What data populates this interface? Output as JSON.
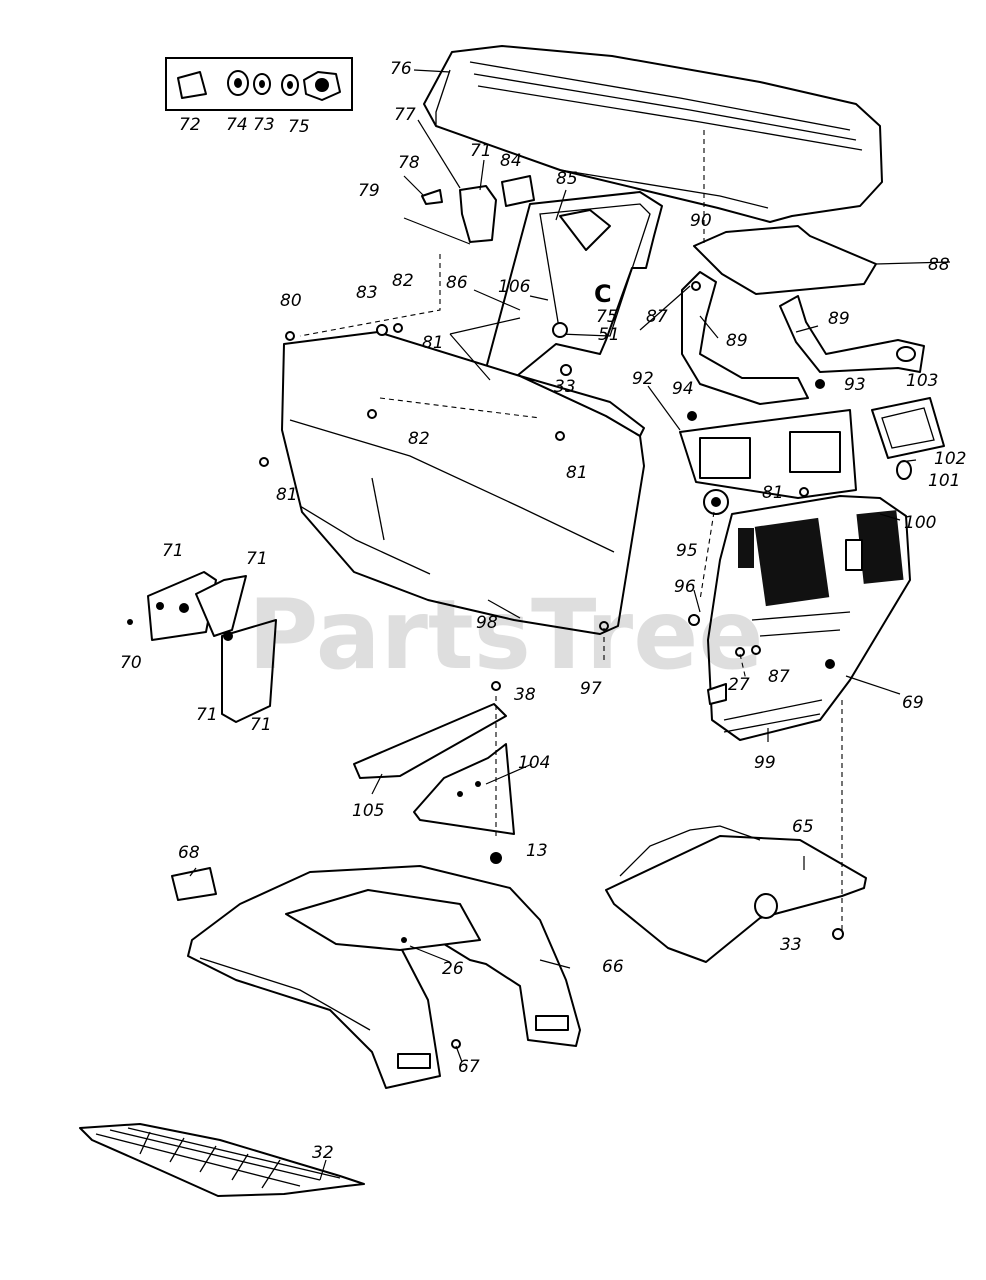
{
  "watermark": "PartsTree",
  "callouts": {
    "p13": "13",
    "p26": "26",
    "p27": "27",
    "p32": "32",
    "p33a": "33",
    "p33b": "33",
    "p38": "38",
    "p51": "51",
    "p65": "65",
    "p66": "66",
    "p67": "67",
    "p68": "68",
    "p69": "69",
    "p70": "70",
    "p71a": "71",
    "p71b": "71",
    "p71c": "71",
    "p71d": "71",
    "p71e": "71",
    "p72": "72",
    "p73": "73",
    "p74": "74",
    "p75a": "75",
    "p75b": "75",
    "p76": "76",
    "p77": "77",
    "p78": "78",
    "p79": "79",
    "p80": "80",
    "p81a": "81",
    "p81b": "81",
    "p81c": "81",
    "p81d": "81",
    "p82a": "82",
    "p82b": "82",
    "p83": "83",
    "p84": "84",
    "p85": "85",
    "p86": "86",
    "p87a": "87",
    "p87b": "87",
    "p88": "88",
    "p89a": "89",
    "p89b": "89",
    "p90": "90",
    "p92": "92",
    "p93": "93",
    "p94": "94",
    "p95": "95",
    "p96": "96",
    "p97": "97",
    "p98": "98",
    "p99": "99",
    "p100": "100",
    "p101": "101",
    "p102": "102",
    "p103": "103",
    "p104": "104",
    "p105": "105",
    "p106": "106",
    "marker_c": "C"
  }
}
